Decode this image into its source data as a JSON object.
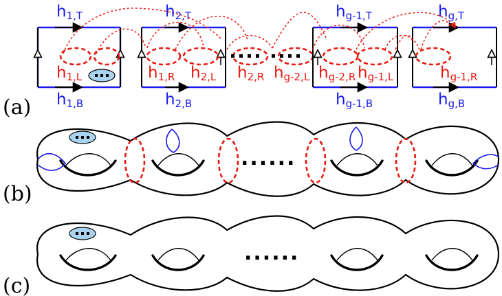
{
  "panels": {
    "a": "(a)",
    "b": "(b)",
    "c": "(c)"
  },
  "labels": {
    "h1T": {
      "base": "h",
      "sub": "1,T"
    },
    "h2T": {
      "base": "h",
      "sub": "2,T"
    },
    "hg1T": {
      "base": "h",
      "sub": "g-1,T"
    },
    "hgT": {
      "base": "h",
      "sub": "g,T"
    },
    "h1B": {
      "base": "h",
      "sub": "1,B"
    },
    "h2B": {
      "base": "h",
      "sub": "2,B"
    },
    "hg1B": {
      "base": "h",
      "sub": "g-1,B"
    },
    "hgB": {
      "base": "h",
      "sub": "g,B"
    },
    "h1L": {
      "base": "h",
      "sub": "1,L"
    },
    "h1R": {
      "base": "h",
      "sub": "1,R"
    },
    "h2L": {
      "base": "h",
      "sub": "2,L"
    },
    "h2R": {
      "base": "h",
      "sub": "2,R"
    },
    "hg2L": {
      "base": "h",
      "sub": "g-2,L"
    },
    "hg2R": {
      "base": "h",
      "sub": "g-2,R"
    },
    "hg1L": {
      "base": "h",
      "sub": "g-1,L"
    },
    "hg1R": {
      "base": "h",
      "sub": "g-1,R"
    }
  },
  "ellipsis": "......",
  "colors": {
    "blue": "#1a1aee",
    "red": "#e8190f",
    "puncture": "#a9d3ee"
  }
}
